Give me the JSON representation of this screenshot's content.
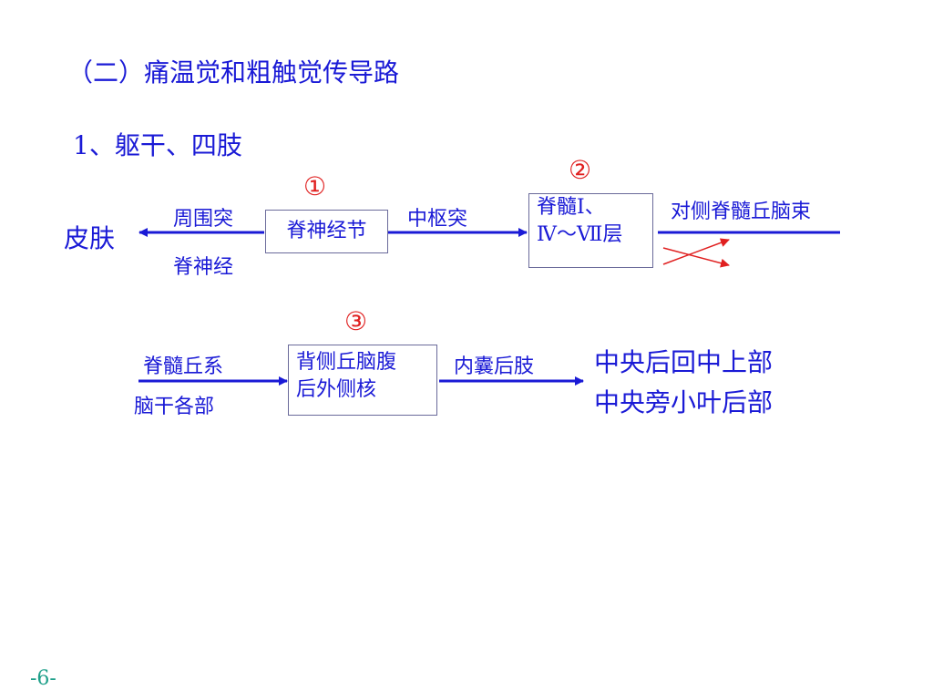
{
  "title": "（二）痛温觉和粗触觉传导路",
  "subtitle": "1、躯干、四肢",
  "row1": {
    "skin": "皮肤",
    "peripheral_top": "周围突",
    "peripheral_bottom": "脊神经",
    "ganglion": "脊神经节",
    "central": "中枢突",
    "cord_line1": "脊髓Ⅰ、",
    "cord_line2": "Ⅳ～Ⅶ层",
    "tract": "对侧脊髓丘脑束",
    "mark1": "①",
    "mark2": "②"
  },
  "row2": {
    "mark3": "③",
    "left_top": "脊髓丘系",
    "left_bottom": "脑干各部",
    "thalamus_line1": "背侧丘脑腹",
    "thalamus_line2": "后外侧核",
    "capsule": "内囊后肢",
    "target_line1": "中央后回中上部",
    "target_line2": "中央旁小叶后部"
  },
  "page_number": "-6-",
  "colors": {
    "text": "#1a1ad6",
    "marker": "#e02020",
    "page_number": "#1fa08a"
  }
}
